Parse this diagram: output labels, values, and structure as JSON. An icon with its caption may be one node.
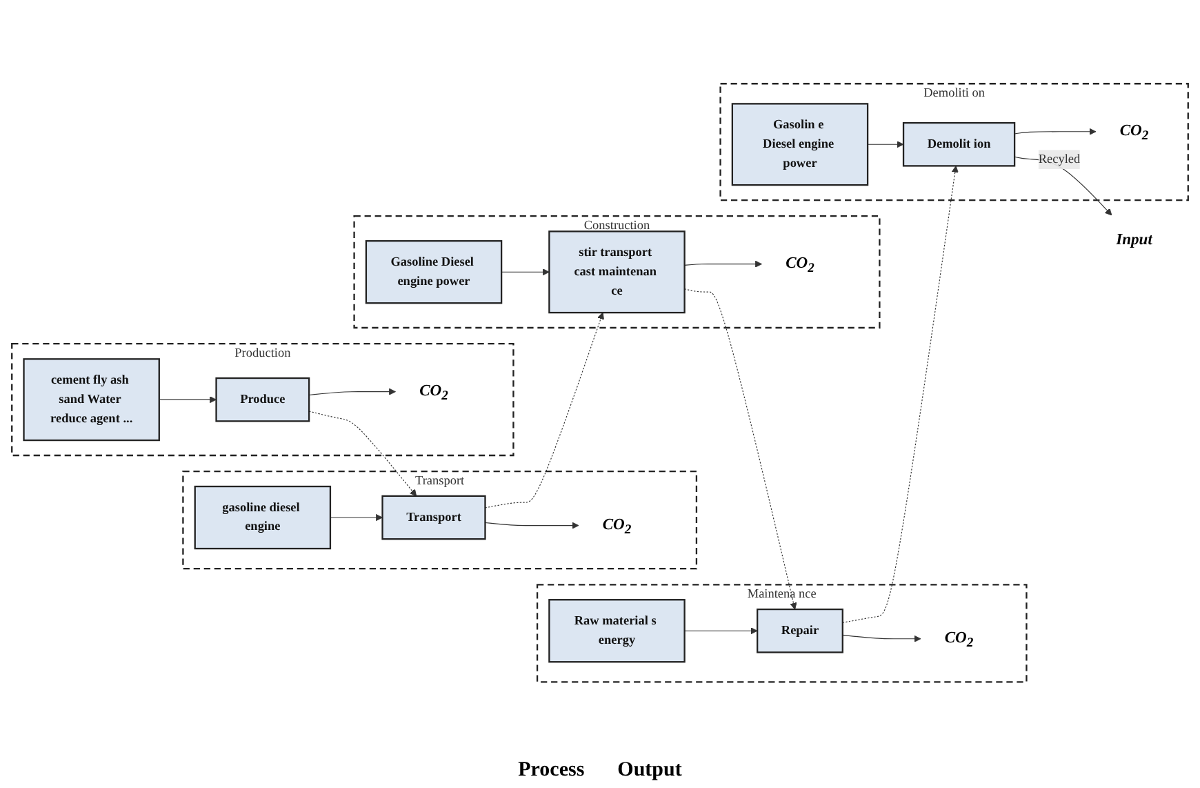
{
  "diagram": {
    "nodes": [
      {
        "text": [
          "Production"
        ]
      },
      {
        "text": [
          "cement fly ash sand Water reduce agent ..."
        ],
        "in": 0
      },
      {
        "text": [
          "Produce"
        ],
        "in": 0
      },
      {
        "text": [
          "CO$_{2}$"
        ],
        "in": 0
      },
      {
        "text": [
          "Transport"
        ]
      },
      {
        "text": [
          "gasoline diesel engine"
        ],
        "in": 4
      },
      {
        "text": [
          "Transport"
        ],
        "in": 4
      },
      {
        "text": [
          "CO$_{2}$"
        ],
        "in": 4
      },
      {
        "text": [
          "Construction"
        ]
      },
      {
        "text": [
          "Gasoline Diesel engine power"
        ],
        "in": 8
      },
      {
        "text": [
          "stir transport cast maintenan ce"
        ],
        "in": 8
      },
      {
        "text": [
          "CO$_{2}$"
        ],
        "in": 8
      },
      {
        "text": [
          "Maintena nce"
        ]
      },
      {
        "text": [
          "Raw material s energy"
        ],
        "in": 12
      },
      {
        "text": [
          "Repair"
        ],
        "in": 12
      },
      {
        "text": [
          "CO$_{2}$"
        ],
        "in": 12
      },
      {
        "text": [
          "Demoliti on"
        ]
      },
      {
        "text": [
          "Gasolin e Diesel engine power"
        ],
        "in": 16
      },
      {
        "text": [
          "Demolit ion"
        ],
        "in": 16
      },
      {
        "text": [
          "CO$_{2}$"
        ],
        "in": 16
      },
      {
        "text": [
          "Input"
        ]
      }
    ],
    "edges": [
      {
        "from": 1,
        "to": 2,
        "arrow": "to"
      },
      {
        "from": 2,
        "to": 3,
        "arrow": "to"
      },
      {
        "from": 2,
        "to": 6,
        "arrow": "to",
        "style": "dashed"
      },
      {
        "from": 5,
        "to": 6,
        "arrow": "to"
      },
      {
        "from": 6,
        "to": 7,
        "arrow": "to"
      },
      {
        "from": 6,
        "to": 10,
        "arrow": "to",
        "style": "dashed"
      },
      {
        "from": 9,
        "to": 10,
        "arrow": "to"
      },
      {
        "from": 10,
        "to": 11,
        "arrow": "to"
      },
      {
        "from": 10,
        "to": 14,
        "arrow": "to",
        "style": "dashed"
      },
      {
        "from": 13,
        "to": 14,
        "arrow": "to"
      },
      {
        "from": 14,
        "to": 15,
        "arrow": "to"
      },
      {
        "from": 14,
        "to": 18,
        "arrow": "to",
        "style": "dashed"
      },
      {
        "from": 17,
        "to": 18,
        "arrow": "to"
      },
      {
        "from": 18,
        "to": 19,
        "arrow": "to"
      },
      {
        "from": 18,
        "to": 20,
        "arrow": "to",
        "label": "Recyled"
      }
    ],
    "labels": [
      "Process",
      "Output"
    ]
  }
}
